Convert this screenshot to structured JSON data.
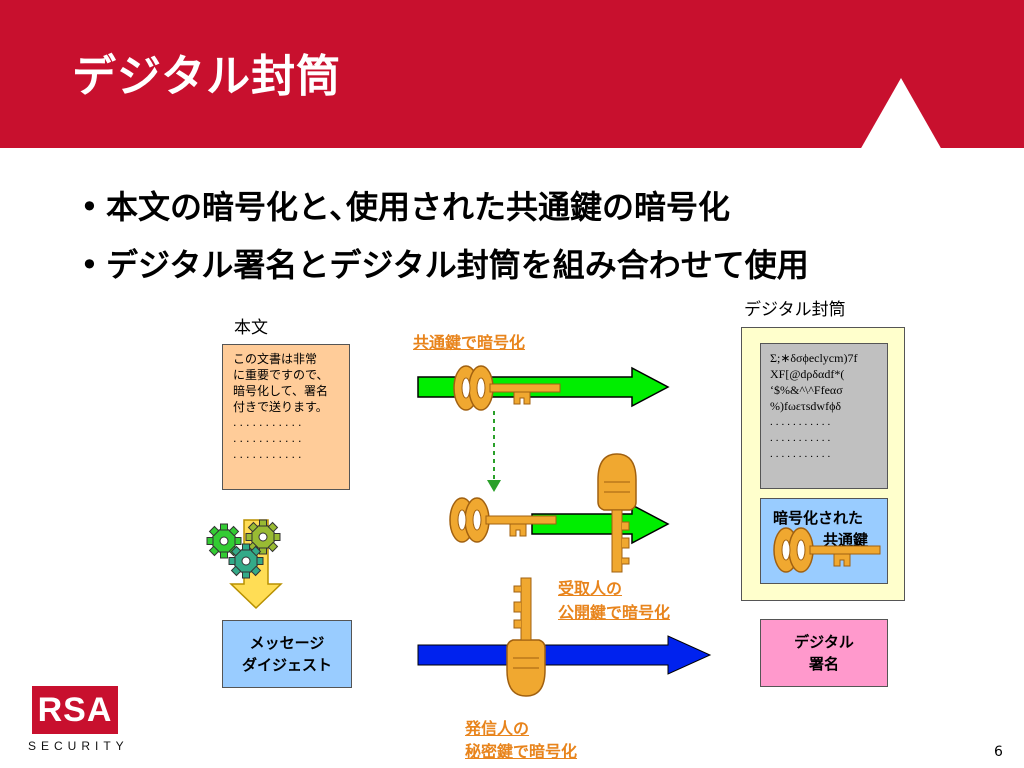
{
  "slide": {
    "title": "デジタル封筒",
    "bullets": [
      "本文の暗号化と､使用された共通鍵の暗号化",
      "デジタル署名とデジタル封筒を組み合わせて使用"
    ],
    "page_number": "6"
  },
  "diagram": {
    "plaintext_label": "本文",
    "plaintext_lines": [
      "この文書は非常",
      "に重要ですので、",
      "暗号化して、署名",
      "付きで送ります。"
    ],
    "dotted_line": "...........",
    "envelope_label": "デジタル封筒",
    "ciphertext_lines": [
      "Σ;∗δσϕeclycm)7f",
      "XF[@dρδαdf*(",
      "‘$%&^\\^Ffeασ",
      "%)fωετsdwfϕδ"
    ],
    "encrypted_key_line1": "暗号化された",
    "encrypted_key_line2": "共通鍵",
    "step1_label": "共通鍵で暗号化",
    "step2_line1": "受取人の",
    "step2_line2": "公開鍵で暗号化",
    "step3_line1": "発信人の",
    "step3_line2": "秘密鍵で暗号化",
    "digest_line1": "メッセージ",
    "digest_line2": "ダイジェスト",
    "signature_line1": "デジタル",
    "signature_line2": "署名"
  },
  "logo": {
    "mark": "RSA",
    "sub": "SECURITY"
  },
  "colors": {
    "header_red": "#c8102e",
    "orange_label": "#e8841c",
    "green_arrow": "#00ee00",
    "blue_arrow": "#0022ee",
    "envelope_yellow": "#ffffcc",
    "plaintext_peach": "#ffcc99",
    "blue_box": "#99ccff",
    "pink_box": "#ff99cc",
    "key_gold": "#f0a830"
  }
}
